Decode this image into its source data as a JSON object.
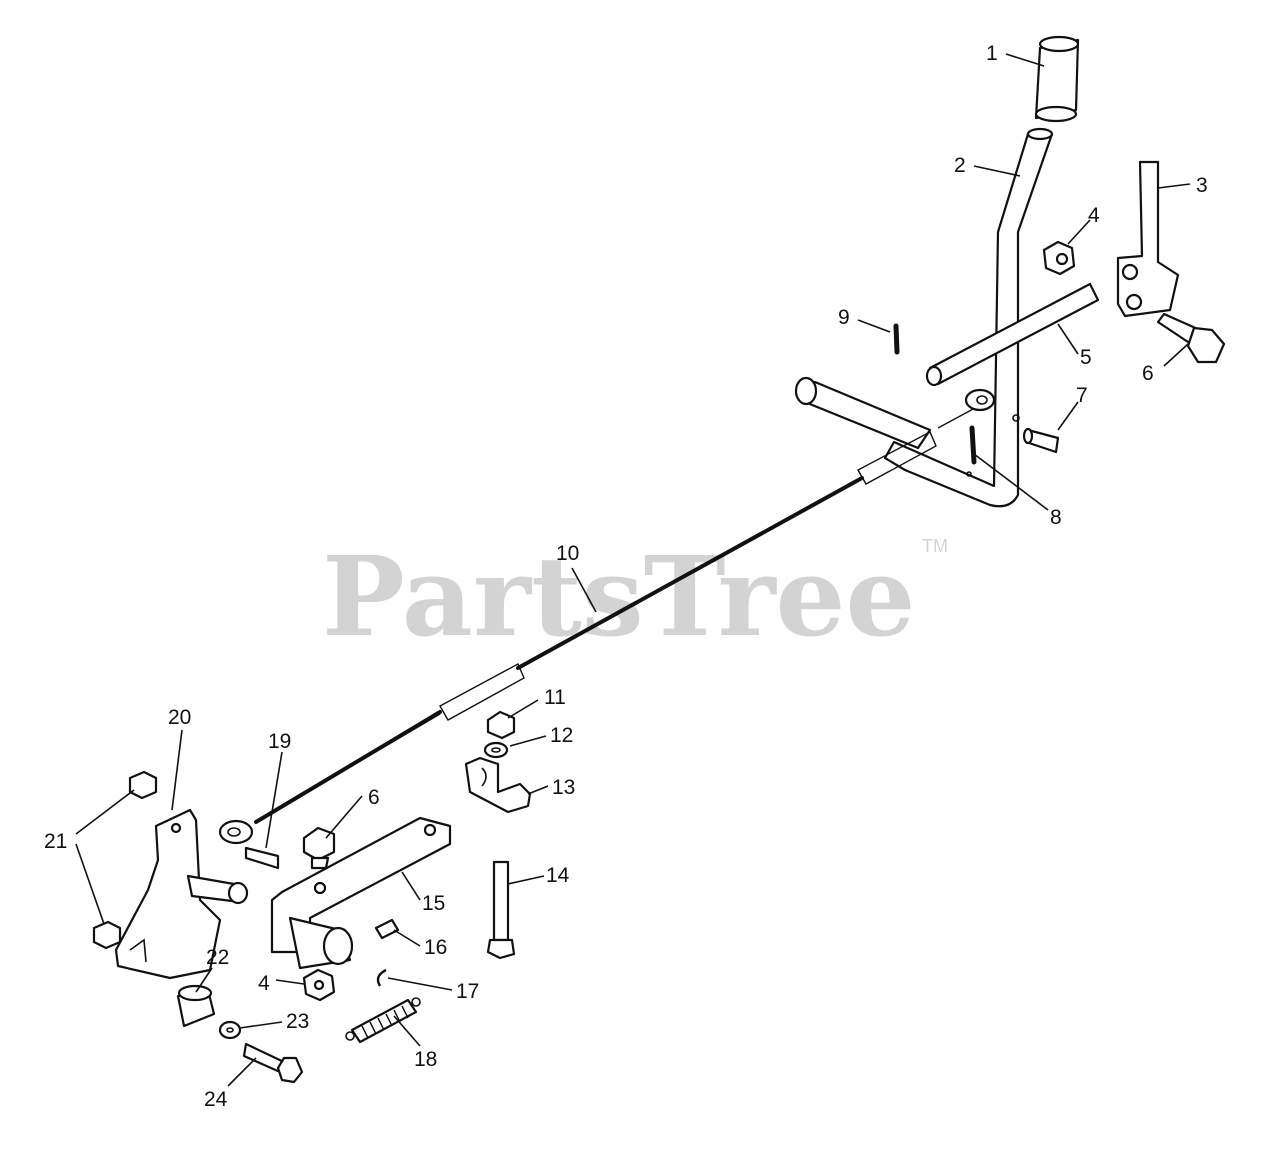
{
  "watermark": {
    "brand": "PartsTree",
    "trademark": "TM"
  },
  "callouts": [
    {
      "label": "1"
    },
    {
      "label": "2"
    },
    {
      "label": "3"
    },
    {
      "label": "4"
    },
    {
      "label": "4"
    },
    {
      "label": "5"
    },
    {
      "label": "6"
    },
    {
      "label": "6"
    },
    {
      "label": "7"
    },
    {
      "label": "8"
    },
    {
      "label": "9"
    },
    {
      "label": "10"
    },
    {
      "label": "11"
    },
    {
      "label": "12"
    },
    {
      "label": "13"
    },
    {
      "label": "14"
    },
    {
      "label": "15"
    },
    {
      "label": "16"
    },
    {
      "label": "17"
    },
    {
      "label": "18"
    },
    {
      "label": "19"
    },
    {
      "label": "20"
    },
    {
      "label": "21"
    },
    {
      "label": "22"
    },
    {
      "label": "23"
    },
    {
      "label": "24"
    }
  ],
  "colors": {
    "line": "#111111",
    "watermark": "#d3d3d3",
    "background": "#ffffff"
  }
}
